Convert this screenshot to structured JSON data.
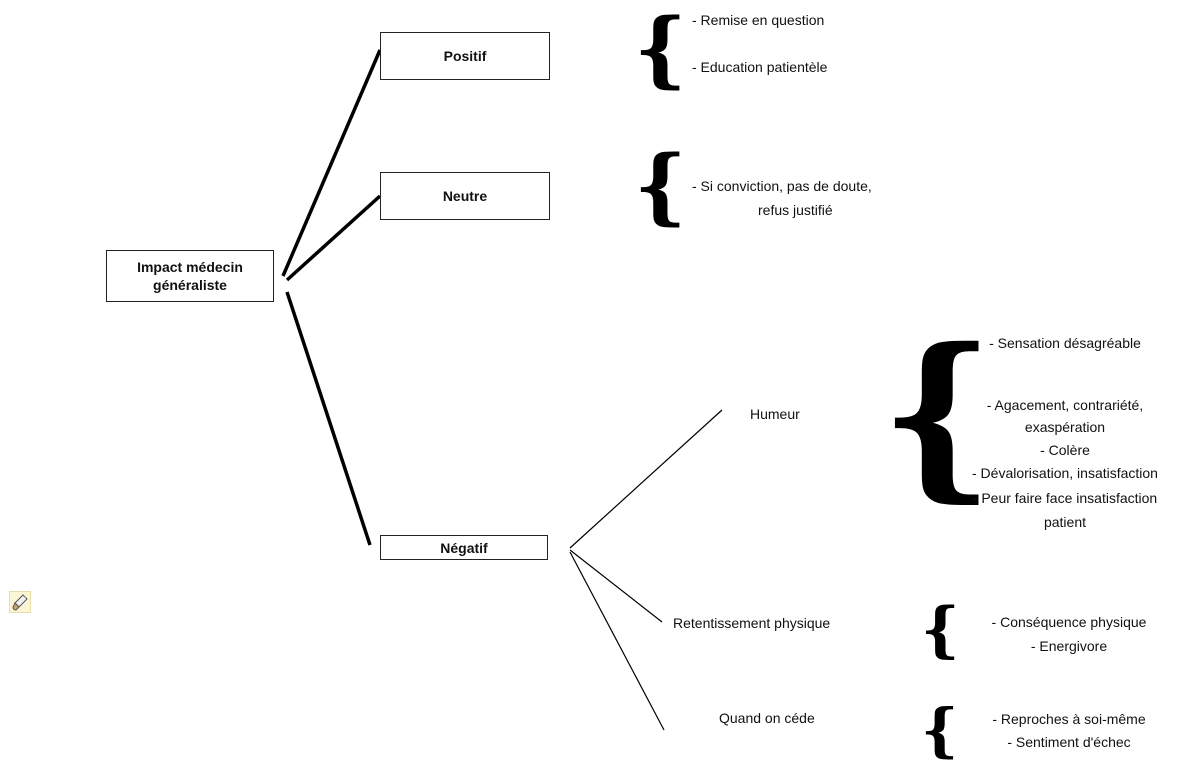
{
  "root": {
    "line1": "Impact médecin",
    "line2": "généraliste"
  },
  "positif": {
    "label": "Positif",
    "items": [
      "- Remise en question",
      "- Education patientèle"
    ]
  },
  "neutre": {
    "label": "Neutre",
    "items": [
      "- Si conviction, pas de doute,",
      "refus justifié"
    ]
  },
  "negatif": {
    "label": "Négatif",
    "humeur": {
      "label": "Humeur",
      "items": [
        "- Sensation désagréable",
        "- Agacement, contrariété,",
        "exaspération",
        "- Colère",
        "- Dévalorisation, insatisfaction",
        "- Peur faire face insatisfaction",
        "patient"
      ]
    },
    "physique": {
      "label": "Retentissement  physique",
      "items": [
        "- Conséquence physique",
        "- Energivore"
      ]
    },
    "cede": {
      "label": "Quand on céde",
      "items": [
        "- Reproches à soi-même",
        "- Sentiment d'échec"
      ]
    }
  },
  "icons": {
    "tool": "paintbrush-icon"
  }
}
